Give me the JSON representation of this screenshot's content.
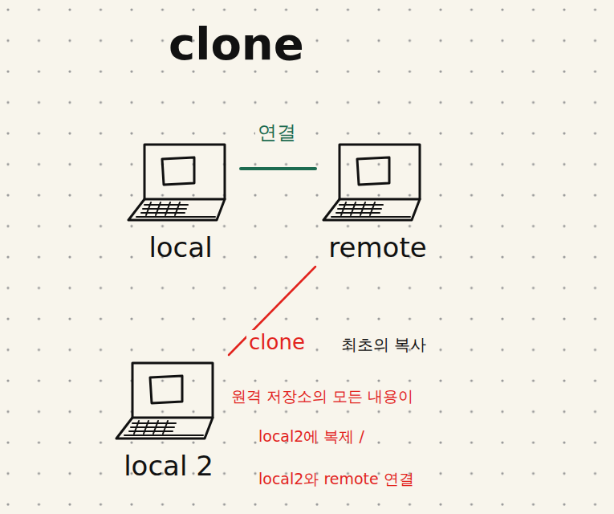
{
  "diagram": {
    "title": "clone",
    "nodes": [
      {
        "text": [
          "local"
        ]
      },
      {
        "text": [
          "remote"
        ]
      },
      {
        "text": [
          "local 2"
        ]
      }
    ],
    "edges": [
      {
        "from": 0,
        "to": 1,
        "label": "연결",
        "arrow": "none"
      },
      {
        "from": 1,
        "to": 2,
        "label": "clone",
        "arrow": "none"
      }
    ],
    "labels": [
      "최초의 복사",
      "원격 저장소의 모든 내용이",
      "local2에 복제 /",
      "local2와 remote 연결"
    ]
  }
}
